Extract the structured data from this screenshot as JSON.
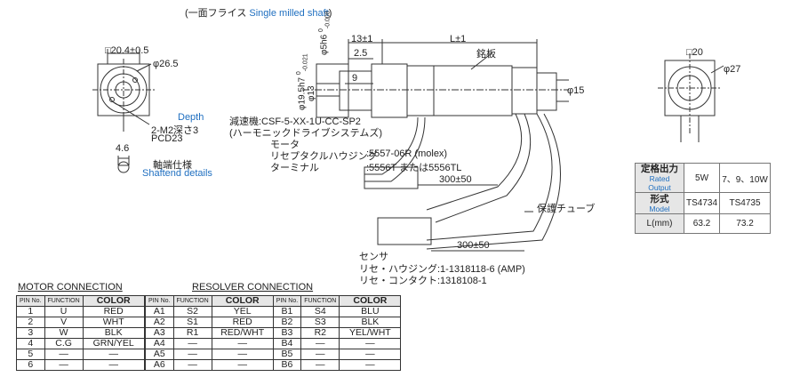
{
  "header": {
    "title_prefix": "(一面フライス",
    "title_en": "Single milled shaft",
    "title_suffix": ")"
  },
  "front_view": {
    "dim_square": "□20.4±0.5",
    "dim_diameter": "φ26.5",
    "depth_label": "Depth",
    "tap_label": "2-M2深さ3",
    "pcd_label": "PCD23",
    "shaft_dim": "4.6",
    "shaftend_jp": "軸端仕様",
    "shaftend_en": "Shaftend details"
  },
  "side_view": {
    "dim_13": "13±1",
    "dim_L": "L±1",
    "dim_25": "2.5",
    "dim_shaft": "φ5h6",
    "tol_shaft_hi": "0",
    "tol_shaft_lo": "-0.008",
    "dim_flange": "φ19.5h7",
    "tol_flange_hi": "0",
    "tol_flange_lo": "-0.021",
    "dim_13dia": "φ13",
    "dim_9": "9",
    "dim_15": "φ15",
    "nameplate": "銘板",
    "gear_label": "減速機:CSF-5-XX-1U-CC-SP2",
    "gear_maker": "(ハーモニックドライブシステムズ)",
    "motor_label": "モータ",
    "receptacle_label": "リセプタクルハウジング",
    "receptacle_value": ":5557-06R (molex)",
    "terminal_label": "ターミナル",
    "terminal_value": ":5556T または5556TL",
    "cable1_len": "300±50",
    "cable2_len": "300±50",
    "tube_label": "保護チューブ",
    "sensor_label": "センサ",
    "sensor_housing": "リセ・ハウジング:1-1318118-6 (AMP)",
    "sensor_contact": "リセ・コンタクト:1318108-1"
  },
  "rear_view": {
    "dim_square": "□20",
    "dim_diameter": "φ27"
  },
  "spec_table": {
    "row1_jp": "定格出力",
    "row1_en": "Rated Output",
    "row1_values": [
      "5W",
      "7、9、10W"
    ],
    "row2_jp": "形式",
    "row2_en": "Model",
    "row2_values": [
      "TS4734",
      "TS4735"
    ],
    "row3_label": "L(mm)",
    "row3_values": [
      "63.2",
      "73.2"
    ]
  },
  "motor_connection": {
    "title": "MOTOR CONNECTION",
    "headers": [
      "PIN No.",
      "FUNCTION",
      "COLOR"
    ],
    "rows": [
      [
        "1",
        "U",
        "RED"
      ],
      [
        "2",
        "V",
        "WHT"
      ],
      [
        "3",
        "W",
        "BLK"
      ],
      [
        "4",
        "C.G",
        "GRN/YEL"
      ],
      [
        "5",
        "—",
        "—"
      ],
      [
        "6",
        "—",
        "—"
      ]
    ]
  },
  "resolver_connection": {
    "title": "RESOLVER CONNECTION",
    "headers": [
      "PIN No.",
      "FUNCTION",
      "COLOR",
      "PIN No.",
      "FUNCTION",
      "COLOR"
    ],
    "rows": [
      [
        "A1",
        "S2",
        "YEL",
        "B1",
        "S4",
        "BLU"
      ],
      [
        "A2",
        "S1",
        "RED",
        "B2",
        "S3",
        "BLK"
      ],
      [
        "A3",
        "R1",
        "RED/WHT",
        "B3",
        "R2",
        "YEL/WHT"
      ],
      [
        "A4",
        "—",
        "—",
        "B4",
        "—",
        "—"
      ],
      [
        "A5",
        "—",
        "—",
        "B5",
        "—",
        "—"
      ],
      [
        "A6",
        "—",
        "—",
        "B6",
        "—",
        "—"
      ]
    ]
  }
}
